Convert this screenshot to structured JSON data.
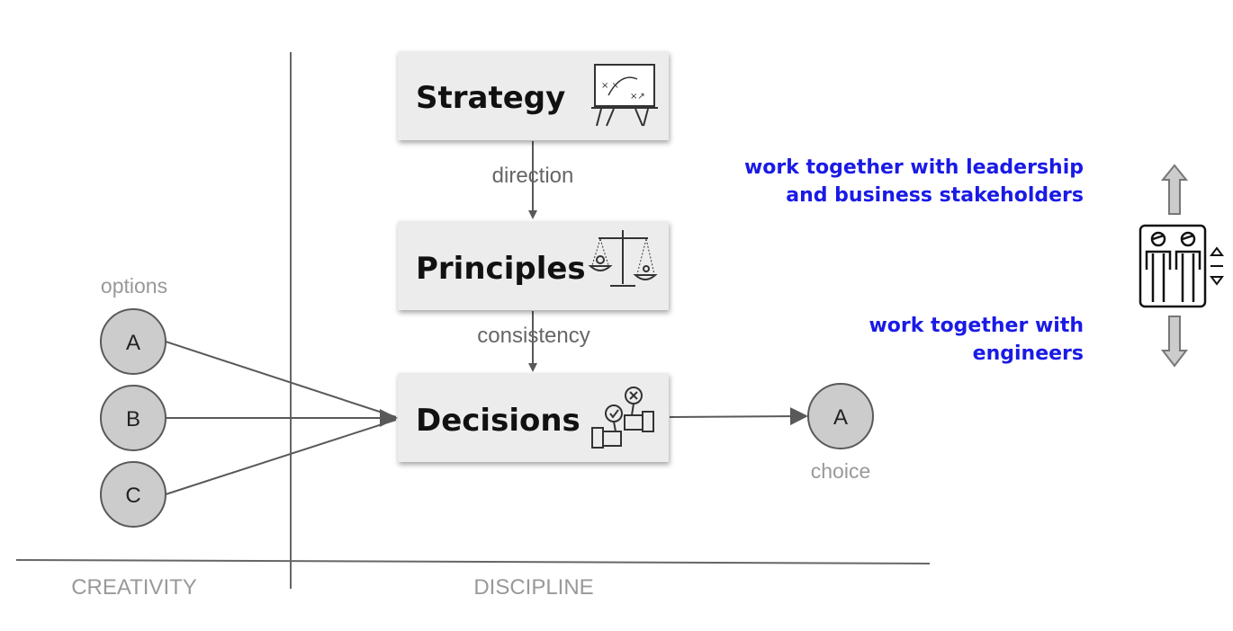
{
  "boxes": {
    "strategy": "Strategy",
    "principles": "Principles",
    "decisions": "Decisions"
  },
  "edge_labels": {
    "strategy_to_principles": "direction",
    "principles_to_decisions": "consistency"
  },
  "options": {
    "label": "options",
    "items": [
      "A",
      "B",
      "C"
    ]
  },
  "choice": {
    "label": "choice",
    "value": "A"
  },
  "axes": {
    "left": "CREATIVITY",
    "right": "DISCIPLINE"
  },
  "notes": {
    "top": [
      "work together with leadership",
      "and business stakeholders"
    ],
    "bottom": [
      "work together with",
      "engineers"
    ],
    "color": "#1a1ae6"
  },
  "icons": {
    "strategy": "strategy-board-icon",
    "principles": "balance-scale-icon",
    "decisions": "handshake-decision-icon",
    "collaboration": "elevator-people-icon"
  }
}
